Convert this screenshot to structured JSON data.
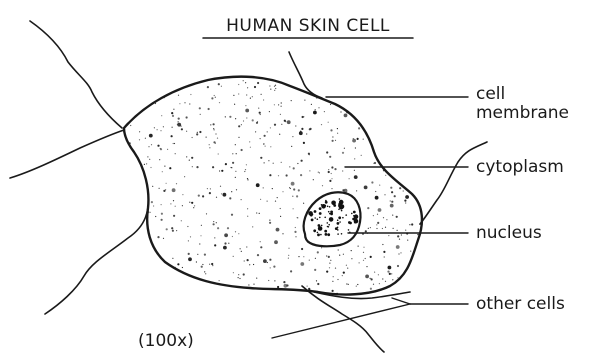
{
  "diagram": {
    "title": "HUMAN SKIN CELL",
    "labels": {
      "membrane_line1": "cell",
      "membrane_line2": "membrane",
      "cytoplasm": "cytoplasm",
      "nucleus": "nucleus",
      "other_cells": "other cells"
    },
    "magnification": "(100x)"
  }
}
